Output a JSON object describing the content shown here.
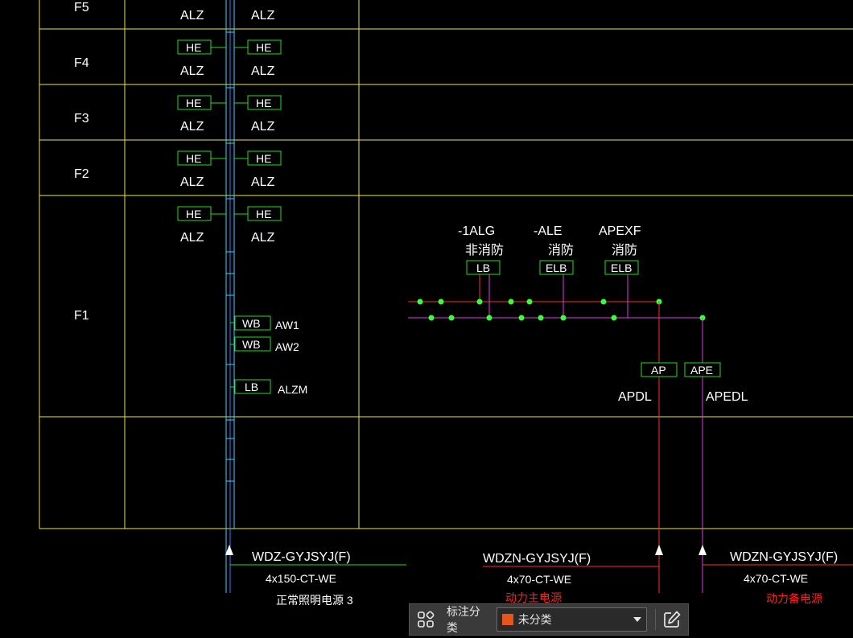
{
  "floors": [
    {
      "id": "f5",
      "label": "F5"
    },
    {
      "id": "f4",
      "label": "F4"
    },
    {
      "id": "f3",
      "label": "F3"
    },
    {
      "id": "f2",
      "label": "F2"
    },
    {
      "id": "f1",
      "label": "F1"
    }
  ],
  "boxes": {
    "he": "HE",
    "wb1": "WB",
    "wb2": "WB",
    "lb_alzm": "LB",
    "lb_top": "LB",
    "elb1": "ELB",
    "elb2": "ELB",
    "ap": "AP",
    "ape": "APE"
  },
  "labels": {
    "alz": "ALZ",
    "aw1": "AW1",
    "aw2": "AW2",
    "alzm": "ALZM",
    "alg": "-1ALG",
    "alg_sub": "非消防",
    "ale": "-ALE",
    "ale_sub": "消防",
    "apexf": "APEXF",
    "apexf_sub": "消防",
    "apdl": "APDL",
    "apedl": "APEDL"
  },
  "cables": [
    {
      "id": "c1",
      "name": "WDZ-GYJSYJ(F)",
      "spec": "4x150-CT-WE",
      "note": "正常照明电源 3"
    },
    {
      "id": "c2",
      "name": "WDZN-GYJSYJ(F)",
      "spec": "4x70-CT-WE",
      "note": "动力主电源"
    },
    {
      "id": "c3",
      "name": "WDZN-GYJSYJ(F)",
      "spec": "4x70-CT-WE",
      "note": "动力备电源"
    }
  ],
  "toolbar": {
    "label": "标注分类",
    "selected": "未分类",
    "swatch_color": "#e8551a"
  },
  "colors": {
    "grid": "#e8e84a",
    "cyan": "#3ad6ff",
    "blue": "#3a7bff",
    "green": "#22dd22",
    "red": "#ff2a2a",
    "magenta": "#e040e0",
    "dot": "#39ff39"
  }
}
